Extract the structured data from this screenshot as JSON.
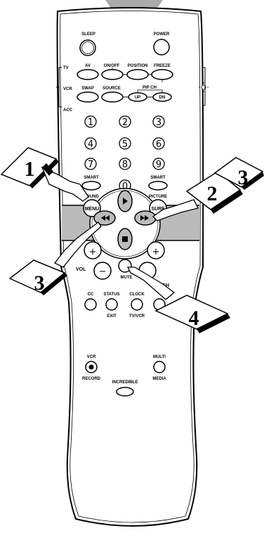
{
  "remote": {
    "top_buttons": {
      "sleep": "SLEEP",
      "power": "POWER"
    },
    "mode_labels": {
      "tv": "TV",
      "vcr": "VCR",
      "acc": "ACC"
    },
    "row1": {
      "av": "AV",
      "onoff": "ON/OFF",
      "position": "POSITION",
      "freeze": "FREEZE"
    },
    "row2": {
      "swap": "SWAP",
      "source": "SOURCE",
      "pip_ch": "PIP CH",
      "up": "UP",
      "dn": "DN"
    },
    "digits": [
      "1",
      "2",
      "3",
      "4",
      "5",
      "6",
      "7",
      "8",
      "9",
      "0"
    ],
    "smart_left": "SMART",
    "smart_right": "SMART",
    "sound": "SOUND",
    "picture": "PICTURE",
    "menu": "MENU",
    "surf": "SURF",
    "vol": "VOL",
    "ch": "CH",
    "mute": "MUTE",
    "plus": "+",
    "minus": "−",
    "bottom": {
      "cc": "CC",
      "status": "STATUS",
      "exit": "EXIT",
      "clock": "CLOCK",
      "tvvcr": "TV/VCR",
      "vcr": "VCR",
      "record": "RECORD",
      "multi": "MULTI",
      "media": "MEDIA",
      "incredible": "INCREDIBLE"
    }
  },
  "callouts": [
    "1",
    "2",
    "3",
    "3",
    "4"
  ]
}
